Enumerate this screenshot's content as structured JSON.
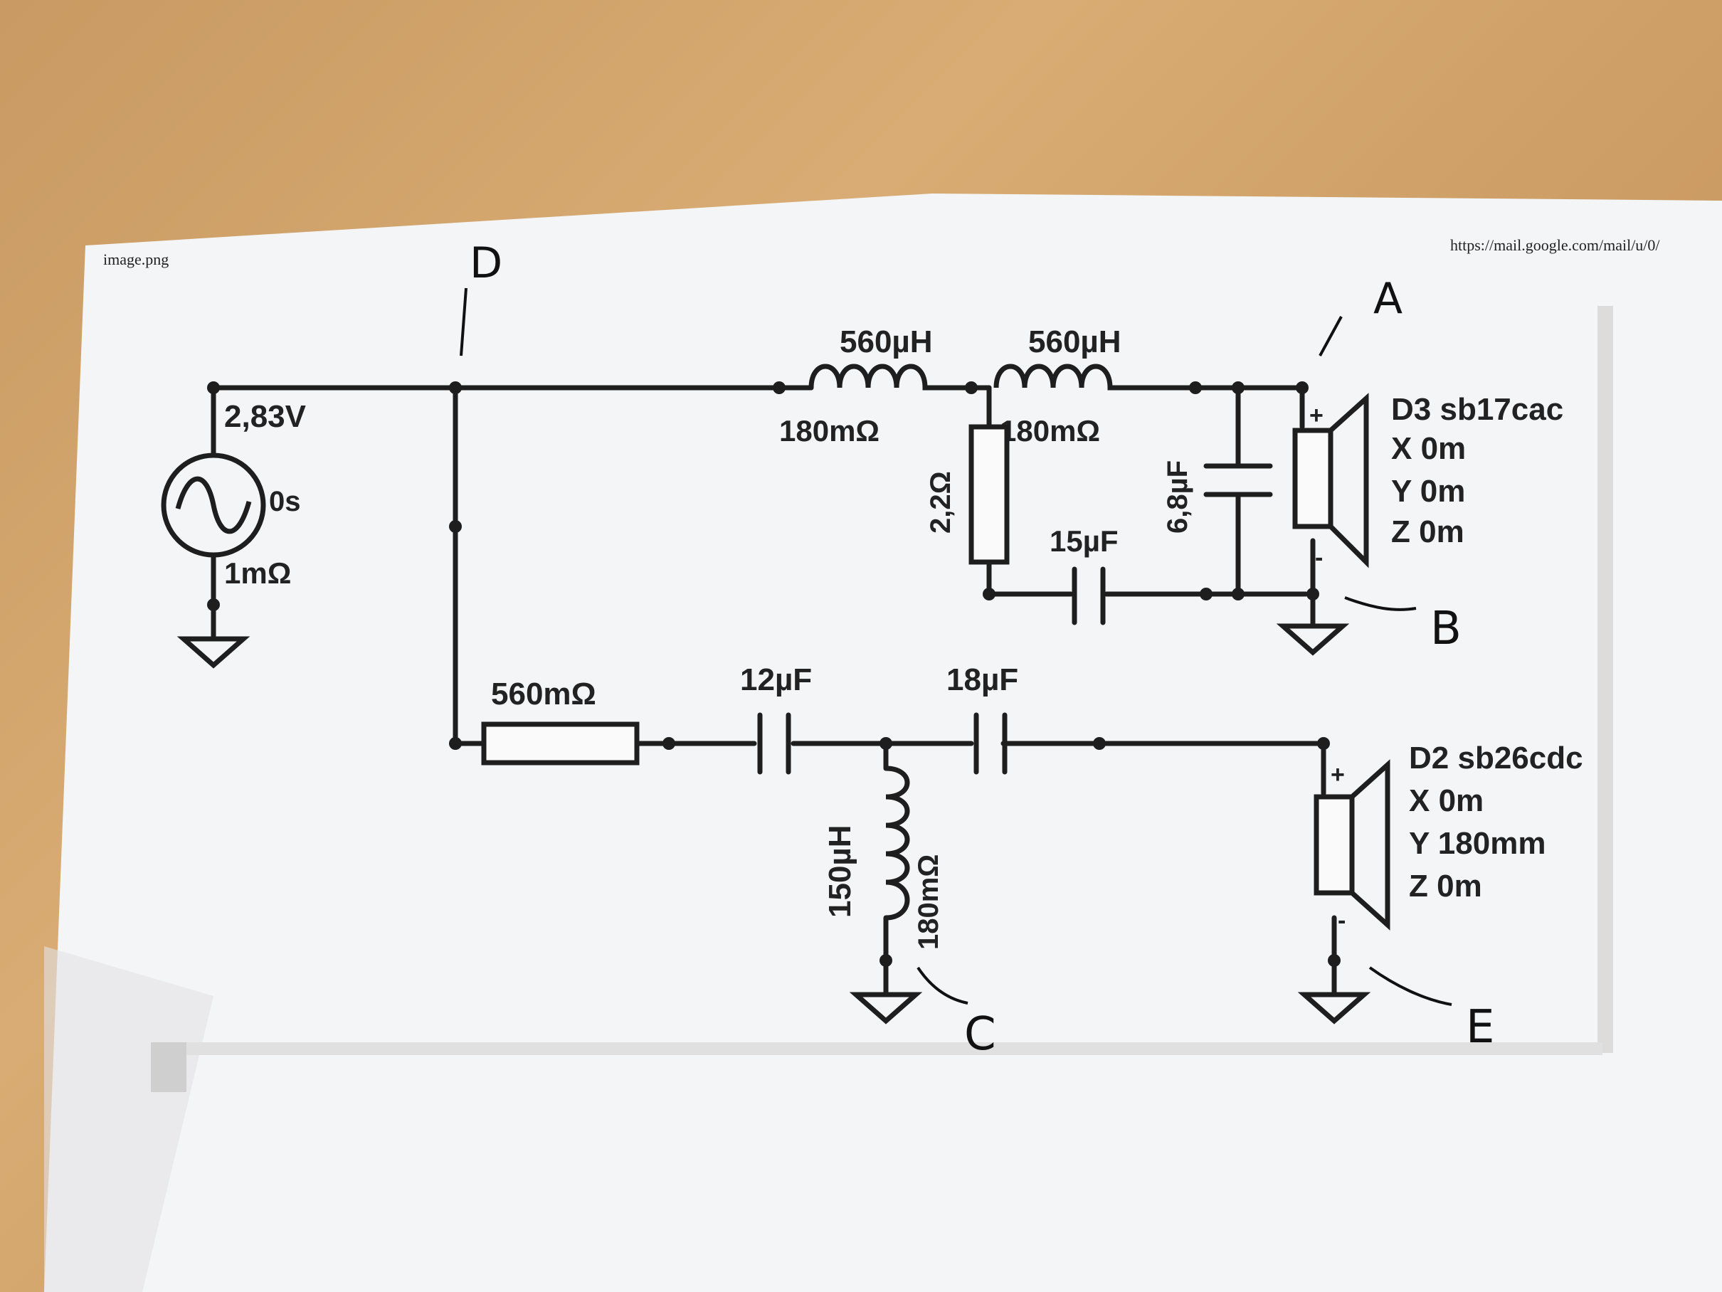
{
  "header": {
    "filename": "image.png",
    "url": "https://mail.google.com/mail/u/0/"
  },
  "source": {
    "voltage": "2,83V",
    "delay": "0s",
    "resistance": "1mΩ"
  },
  "tweeter_branch": {
    "inductor1": {
      "value": "560µH",
      "resistance": "180mΩ"
    },
    "inductor2": {
      "value": "560µH",
      "resistance": "180mΩ"
    },
    "resistor": "2,2Ω",
    "cap_series": "15µF",
    "cap_shunt": "6,8µF"
  },
  "woofer_branch": {
    "resistor": "560mΩ",
    "cap1": "12µF",
    "cap2": "18µF",
    "inductor": {
      "value": "150µH",
      "resistance": "180mΩ"
    }
  },
  "drivers": [
    {
      "name": "D3 sb17cac",
      "x": "X 0m",
      "y": "Y 0m",
      "z": "Z 0m"
    },
    {
      "name": "D2 sb26cdc",
      "x": "X 0m",
      "y": "Y 180mm",
      "z": "Z 0m"
    }
  ],
  "polarity": {
    "plus": "+",
    "minus": "-"
  },
  "annotations": {
    "A": "A",
    "B": "B",
    "C": "C",
    "D": "D",
    "E": "E"
  }
}
